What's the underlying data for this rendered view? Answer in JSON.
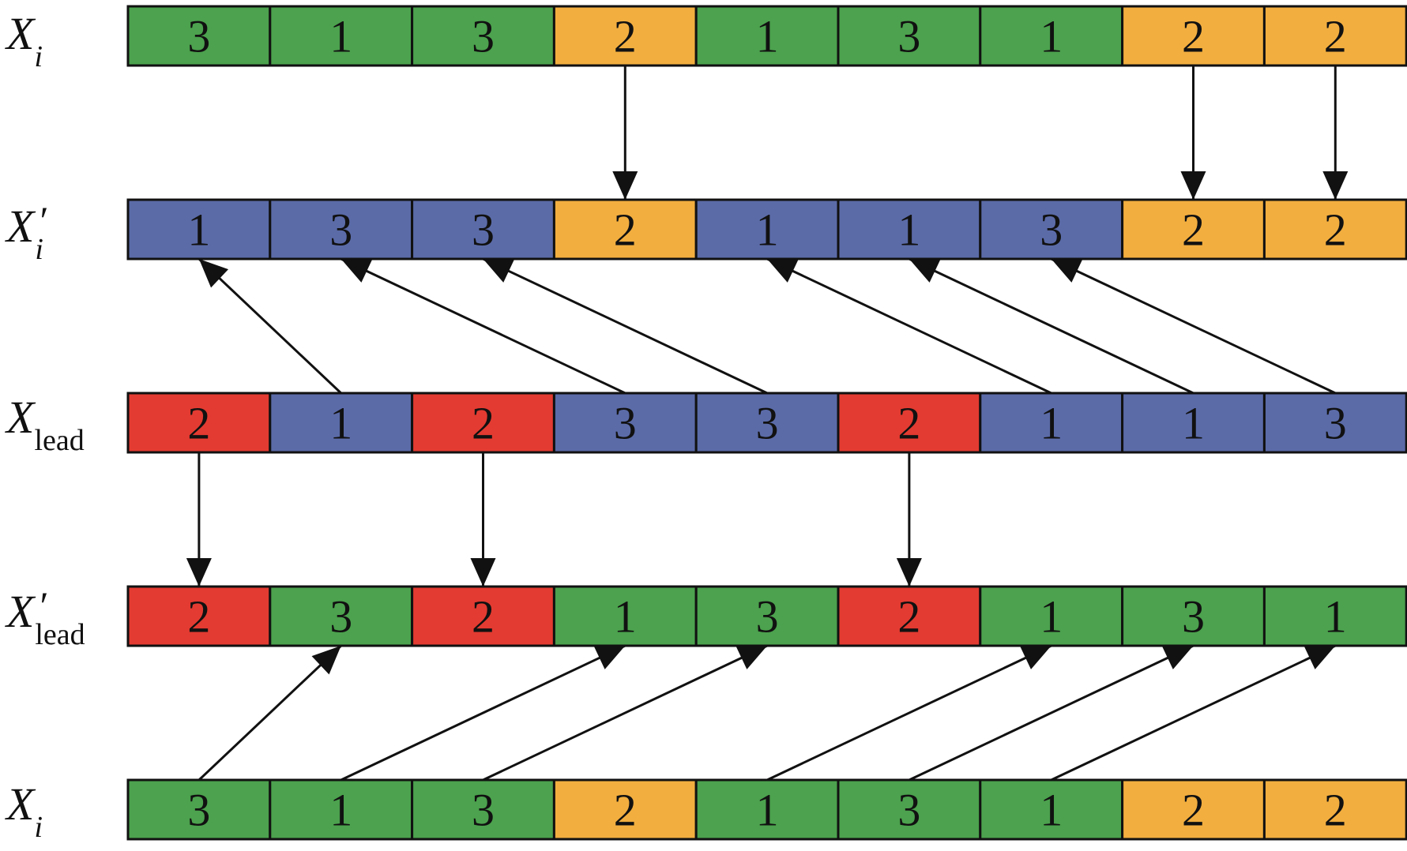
{
  "colors": {
    "green": "#4CA24E",
    "orange": "#F2AE3F",
    "blue": "#5B6BA8",
    "red": "#E33B31",
    "stroke": "#111111"
  },
  "rows": [
    {
      "id": "xi-top",
      "label": {
        "main": "X",
        "prime": "",
        "sub": "i",
        "sub_italic": true
      },
      "cells": [
        {
          "value": "3",
          "color": "green"
        },
        {
          "value": "1",
          "color": "green"
        },
        {
          "value": "3",
          "color": "green"
        },
        {
          "value": "2",
          "color": "orange"
        },
        {
          "value": "1",
          "color": "green"
        },
        {
          "value": "3",
          "color": "green"
        },
        {
          "value": "1",
          "color": "green"
        },
        {
          "value": "2",
          "color": "orange"
        },
        {
          "value": "2",
          "color": "orange"
        }
      ]
    },
    {
      "id": "xi-prime",
      "label": {
        "main": "X",
        "prime": "′",
        "sub": "i",
        "sub_italic": true
      },
      "cells": [
        {
          "value": "1",
          "color": "blue"
        },
        {
          "value": "3",
          "color": "blue"
        },
        {
          "value": "3",
          "color": "blue"
        },
        {
          "value": "2",
          "color": "orange"
        },
        {
          "value": "1",
          "color": "blue"
        },
        {
          "value": "1",
          "color": "blue"
        },
        {
          "value": "3",
          "color": "blue"
        },
        {
          "value": "2",
          "color": "orange"
        },
        {
          "value": "2",
          "color": "orange"
        }
      ]
    },
    {
      "id": "xlead",
      "label": {
        "main": "X",
        "prime": "",
        "sub": "lead",
        "sub_italic": false
      },
      "cells": [
        {
          "value": "2",
          "color": "red"
        },
        {
          "value": "1",
          "color": "blue"
        },
        {
          "value": "2",
          "color": "red"
        },
        {
          "value": "3",
          "color": "blue"
        },
        {
          "value": "3",
          "color": "blue"
        },
        {
          "value": "2",
          "color": "red"
        },
        {
          "value": "1",
          "color": "blue"
        },
        {
          "value": "1",
          "color": "blue"
        },
        {
          "value": "3",
          "color": "blue"
        }
      ]
    },
    {
      "id": "xlead-prime",
      "label": {
        "main": "X",
        "prime": "′",
        "sub": "lead",
        "sub_italic": false
      },
      "cells": [
        {
          "value": "2",
          "color": "red"
        },
        {
          "value": "3",
          "color": "green"
        },
        {
          "value": "2",
          "color": "red"
        },
        {
          "value": "1",
          "color": "green"
        },
        {
          "value": "3",
          "color": "green"
        },
        {
          "value": "2",
          "color": "red"
        },
        {
          "value": "1",
          "color": "green"
        },
        {
          "value": "3",
          "color": "green"
        },
        {
          "value": "1",
          "color": "green"
        }
      ]
    },
    {
      "id": "xi-bottom",
      "label": {
        "main": "X",
        "prime": "",
        "sub": "i",
        "sub_italic": true
      },
      "cells": [
        {
          "value": "3",
          "color": "green"
        },
        {
          "value": "1",
          "color": "green"
        },
        {
          "value": "3",
          "color": "green"
        },
        {
          "value": "2",
          "color": "orange"
        },
        {
          "value": "1",
          "color": "green"
        },
        {
          "value": "3",
          "color": "green"
        },
        {
          "value": "1",
          "color": "green"
        },
        {
          "value": "2",
          "color": "orange"
        },
        {
          "value": "2",
          "color": "orange"
        }
      ]
    }
  ],
  "arrows": [
    {
      "from_row": 0,
      "from_cell": 3,
      "to_row": 1,
      "to_cell": 3
    },
    {
      "from_row": 0,
      "from_cell": 7,
      "to_row": 1,
      "to_cell": 7
    },
    {
      "from_row": 0,
      "from_cell": 8,
      "to_row": 1,
      "to_cell": 8
    },
    {
      "from_row": 2,
      "from_cell": 1,
      "to_row": 1,
      "to_cell": 0
    },
    {
      "from_row": 2,
      "from_cell": 3,
      "to_row": 1,
      "to_cell": 1
    },
    {
      "from_row": 2,
      "from_cell": 4,
      "to_row": 1,
      "to_cell": 2
    },
    {
      "from_row": 2,
      "from_cell": 6,
      "to_row": 1,
      "to_cell": 4
    },
    {
      "from_row": 2,
      "from_cell": 7,
      "to_row": 1,
      "to_cell": 5
    },
    {
      "from_row": 2,
      "from_cell": 8,
      "to_row": 1,
      "to_cell": 6
    },
    {
      "from_row": 2,
      "from_cell": 0,
      "to_row": 3,
      "to_cell": 0
    },
    {
      "from_row": 2,
      "from_cell": 2,
      "to_row": 3,
      "to_cell": 2
    },
    {
      "from_row": 2,
      "from_cell": 5,
      "to_row": 3,
      "to_cell": 5
    },
    {
      "from_row": 4,
      "from_cell": 0,
      "to_row": 3,
      "to_cell": 1
    },
    {
      "from_row": 4,
      "from_cell": 1,
      "to_row": 3,
      "to_cell": 3
    },
    {
      "from_row": 4,
      "from_cell": 2,
      "to_row": 3,
      "to_cell": 4
    },
    {
      "from_row": 4,
      "from_cell": 4,
      "to_row": 3,
      "to_cell": 6
    },
    {
      "from_row": 4,
      "from_cell": 5,
      "to_row": 3,
      "to_cell": 7
    },
    {
      "from_row": 4,
      "from_cell": 6,
      "to_row": 3,
      "to_cell": 8
    }
  ]
}
